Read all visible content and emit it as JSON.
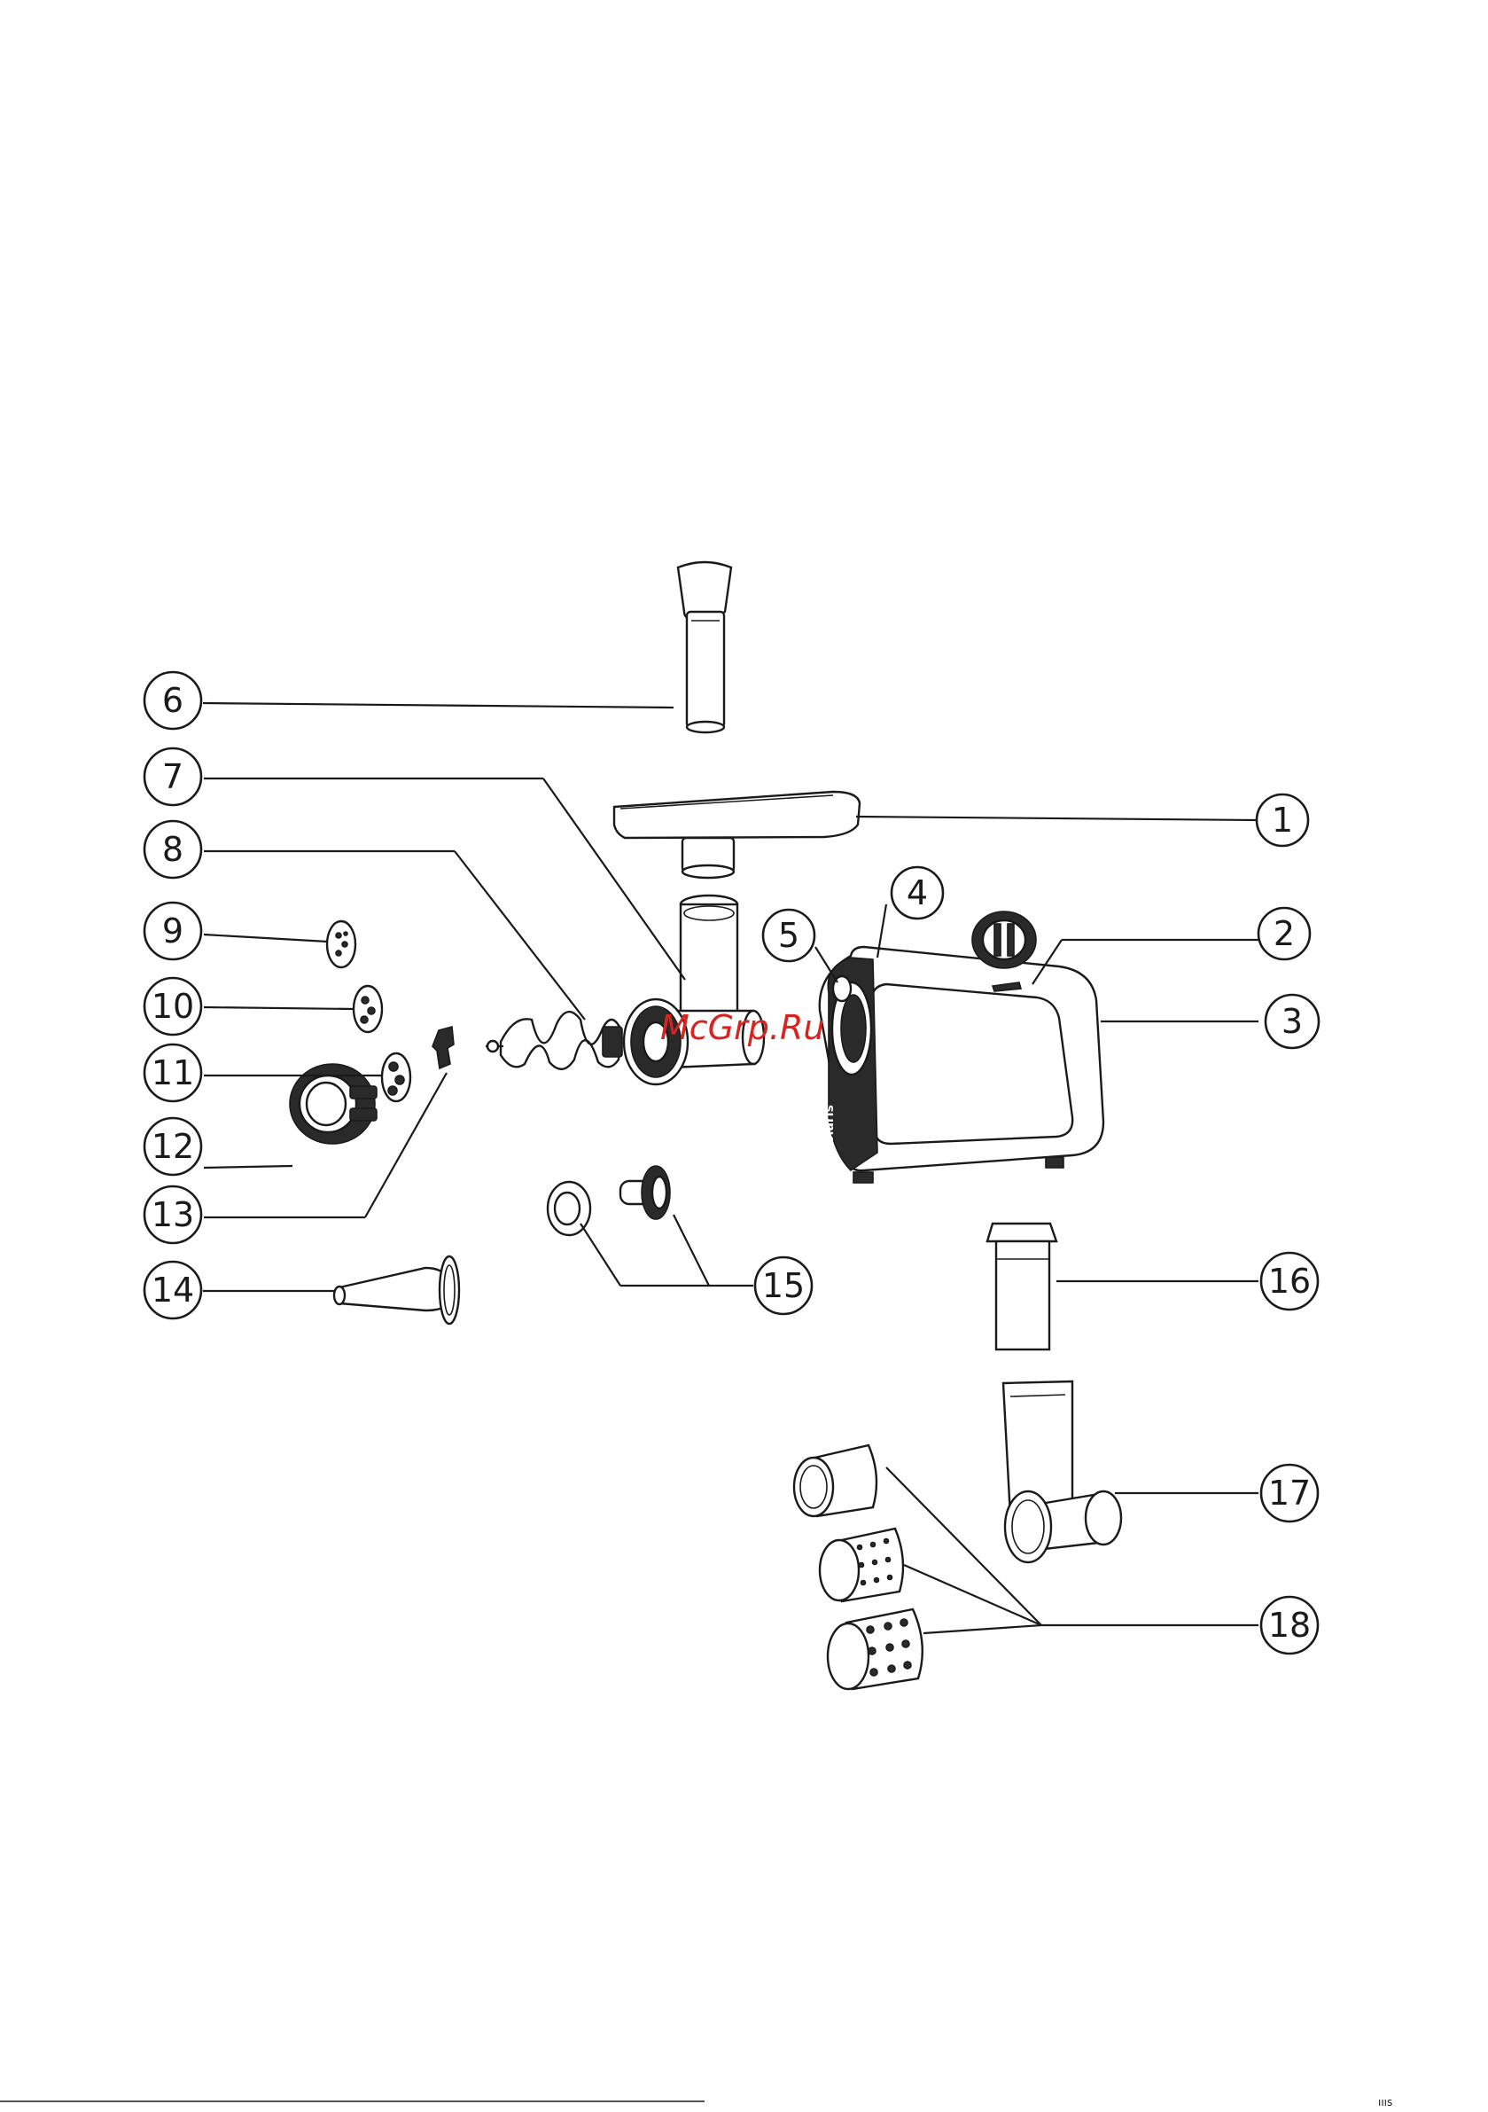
{
  "callouts": [
    {
      "id": "c1",
      "label": "1"
    },
    {
      "id": "c2",
      "label": "2"
    },
    {
      "id": "c3",
      "label": "3"
    },
    {
      "id": "c4",
      "label": "4"
    },
    {
      "id": "c5",
      "label": "5"
    },
    {
      "id": "c6",
      "label": "6"
    },
    {
      "id": "c7",
      "label": "7"
    },
    {
      "id": "c8",
      "label": "8"
    },
    {
      "id": "c9",
      "label": "9"
    },
    {
      "id": "c10",
      "label": "10"
    },
    {
      "id": "c11",
      "label": "11"
    },
    {
      "id": "c12",
      "label": "12"
    },
    {
      "id": "c13",
      "label": "13"
    },
    {
      "id": "c14",
      "label": "14"
    },
    {
      "id": "c15",
      "label": "15"
    },
    {
      "id": "c16",
      "label": "16"
    },
    {
      "id": "c17",
      "label": "17"
    },
    {
      "id": "c18",
      "label": "18"
    }
  ],
  "watermark": "McGrp.Ru",
  "brand_label": "polaris",
  "page_mark": "ıııs",
  "colors": {
    "line": "#1a1a1a",
    "watermark": "#d8231f",
    "background": "#ffffff"
  }
}
